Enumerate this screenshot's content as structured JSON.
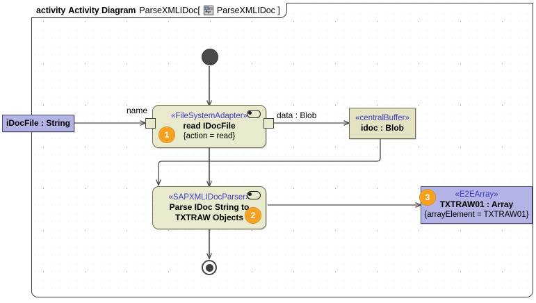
{
  "frame": {
    "title_keyword": "activity",
    "title_kind": "Activity Diagram",
    "title_name": "ParseXMLIDoc",
    "bracket_open": "[",
    "title_icon": "activity-diagram-icon",
    "title_suffix": "ParseXMLIDoc ]"
  },
  "nodes": {
    "input_object": {
      "name": "iDocFile : String",
      "fill": "#b3b3e6"
    },
    "read_action": {
      "stereotype": "«FileSystemAdapter»",
      "name": "read IDocFile",
      "property": "{action = read}",
      "badge": "1",
      "icon": "behavior-capsule-icon",
      "fill": "#e9e9cd"
    },
    "central_buffer": {
      "stereotype": "«centralBuffer»",
      "name": "idoc : Blob",
      "fill": "#e3e3c3"
    },
    "parser_action": {
      "stereotype": "«SAPXMLIDocParser»",
      "name_line1": "Parse IDoc String to",
      "name_line2": "TXTRAW Objects",
      "badge": "2",
      "icon": "behavior-capsule-icon",
      "fill": "#e9e9cd"
    },
    "array_object": {
      "stereotype": "«E2EArray»",
      "name": "TXTRAW01 : Array",
      "property": "{arrayElement = TXTRAW01}",
      "badge": "3",
      "fill": "#b3b3e6"
    },
    "initial": {
      "icon": "initial-node-icon"
    },
    "final": {
      "icon": "activity-final-node-icon"
    }
  },
  "edge_labels": {
    "name": "name",
    "data_blob": "data : Blob"
  },
  "colors": {
    "badge": "#f5a01e",
    "stereotype_text": "#3b3bc4",
    "activity_fill": "#e9e9cd",
    "object_fill": "#b3b3e6",
    "buffer_fill": "#e3e3c3",
    "edge": "#555555"
  }
}
